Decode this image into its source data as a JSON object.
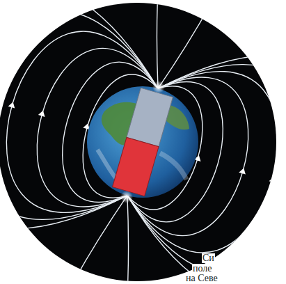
{
  "diagram": {
    "labels": [
      "Си",
      "поле",
      "на Севе"
    ]
  }
}
